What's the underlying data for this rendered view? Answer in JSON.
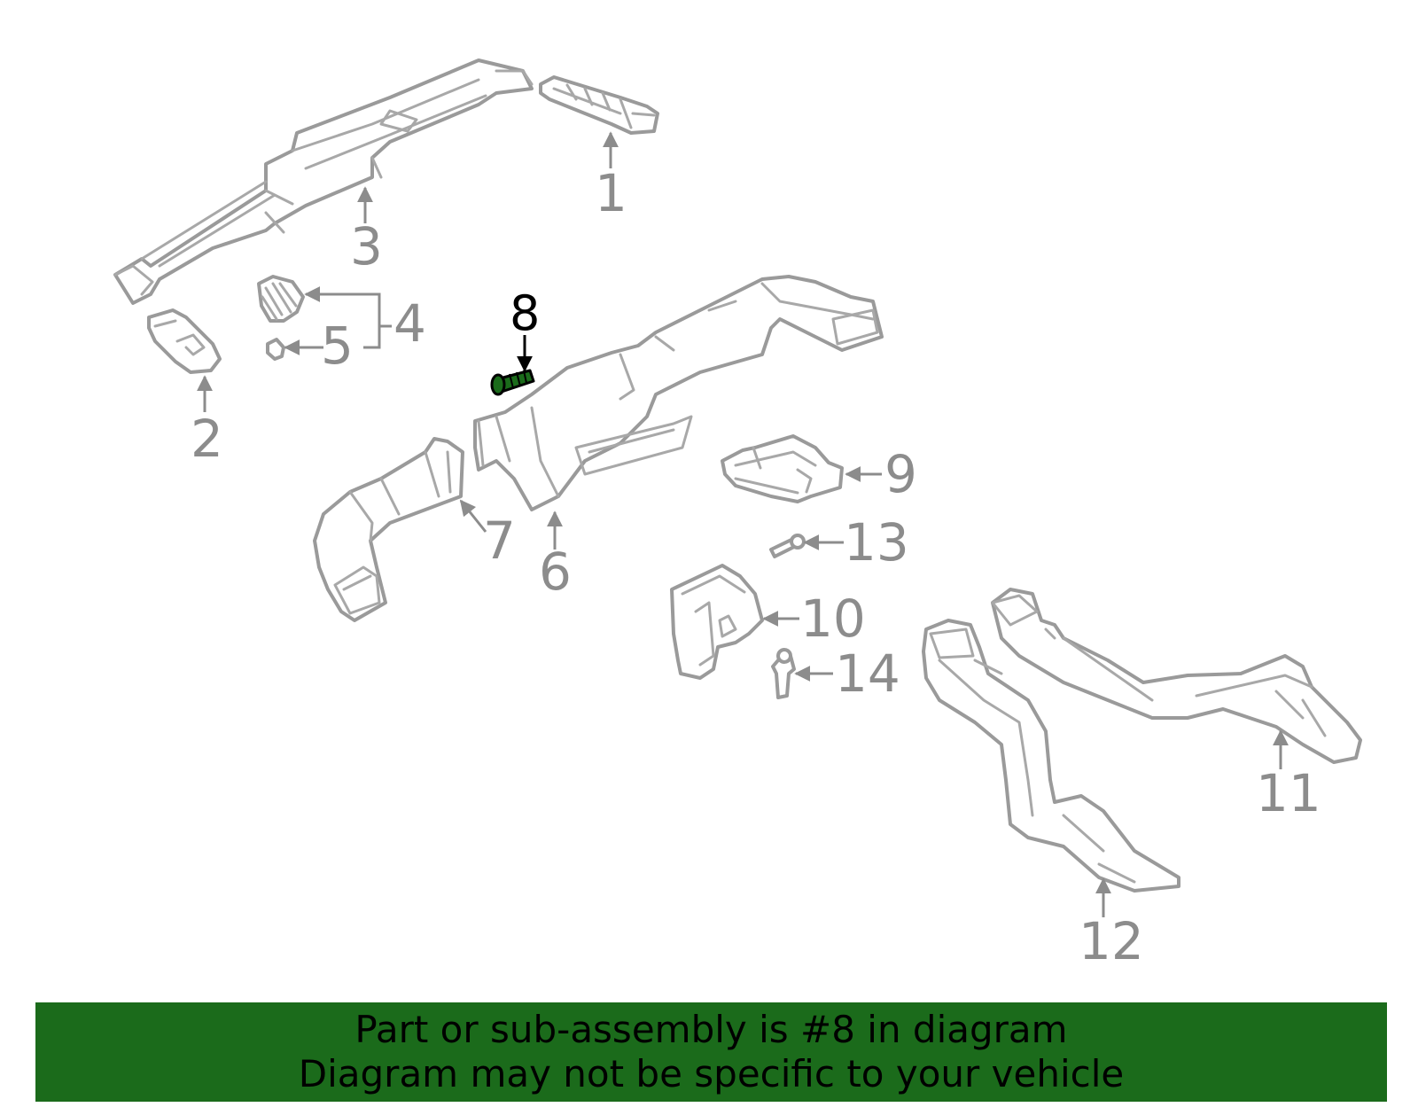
{
  "diagram": {
    "highlight_color": "#1b6b1b",
    "parts": [
      {
        "id": "part-1",
        "callout": "1"
      },
      {
        "id": "part-2",
        "callout": "2"
      },
      {
        "id": "part-3",
        "callout": "3"
      },
      {
        "id": "part-4",
        "callout": "4"
      },
      {
        "id": "part-5",
        "callout": "5"
      },
      {
        "id": "part-6",
        "callout": "6"
      },
      {
        "id": "part-7",
        "callout": "7"
      },
      {
        "id": "part-8",
        "callout": "8",
        "highlighted": true
      },
      {
        "id": "part-9",
        "callout": "9"
      },
      {
        "id": "part-10",
        "callout": "10"
      },
      {
        "id": "part-11",
        "callout": "11"
      },
      {
        "id": "part-12",
        "callout": "12"
      },
      {
        "id": "part-13",
        "callout": "13"
      },
      {
        "id": "part-14",
        "callout": "14"
      }
    ]
  },
  "banner": {
    "line1": "Part or sub-assembly is #8 in diagram",
    "line2": "Diagram may not be specific to your vehicle",
    "background": "#1b6b1b"
  }
}
